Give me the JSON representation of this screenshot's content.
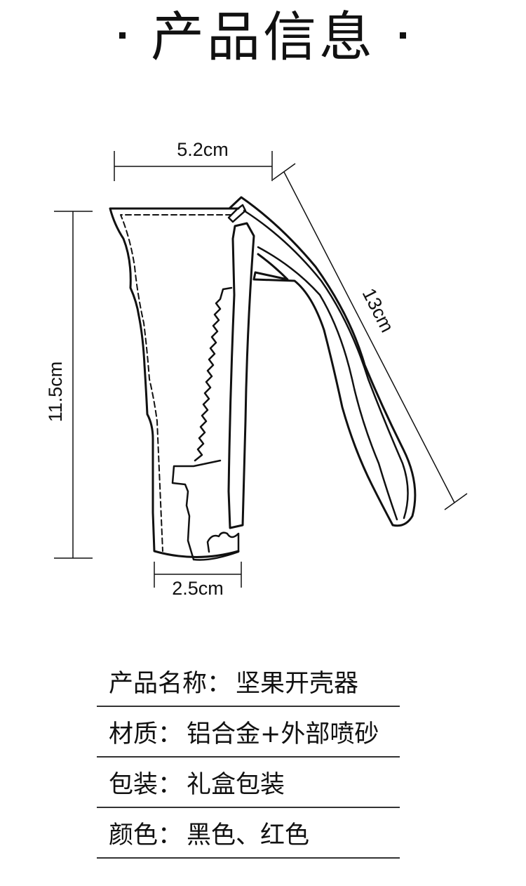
{
  "header": {
    "title": "产品信息"
  },
  "dimensions": {
    "top_width": "5.2cm",
    "height": "11.5cm",
    "length": "13cm",
    "bottom_width": "2.5cm"
  },
  "specs": [
    {
      "label": "产品名称",
      "colon": "：",
      "value": "坚果开壳器"
    },
    {
      "label": "材质",
      "colon": "：",
      "value": "铝合金+外部喷砂"
    },
    {
      "label": "包装",
      "colon": "：",
      "value": "礼盒包装"
    },
    {
      "label": "颜色",
      "colon": "：",
      "value": "黑色、红色"
    }
  ],
  "colors": {
    "line": "#111111",
    "divider": "#333333",
    "background": "#ffffff"
  }
}
